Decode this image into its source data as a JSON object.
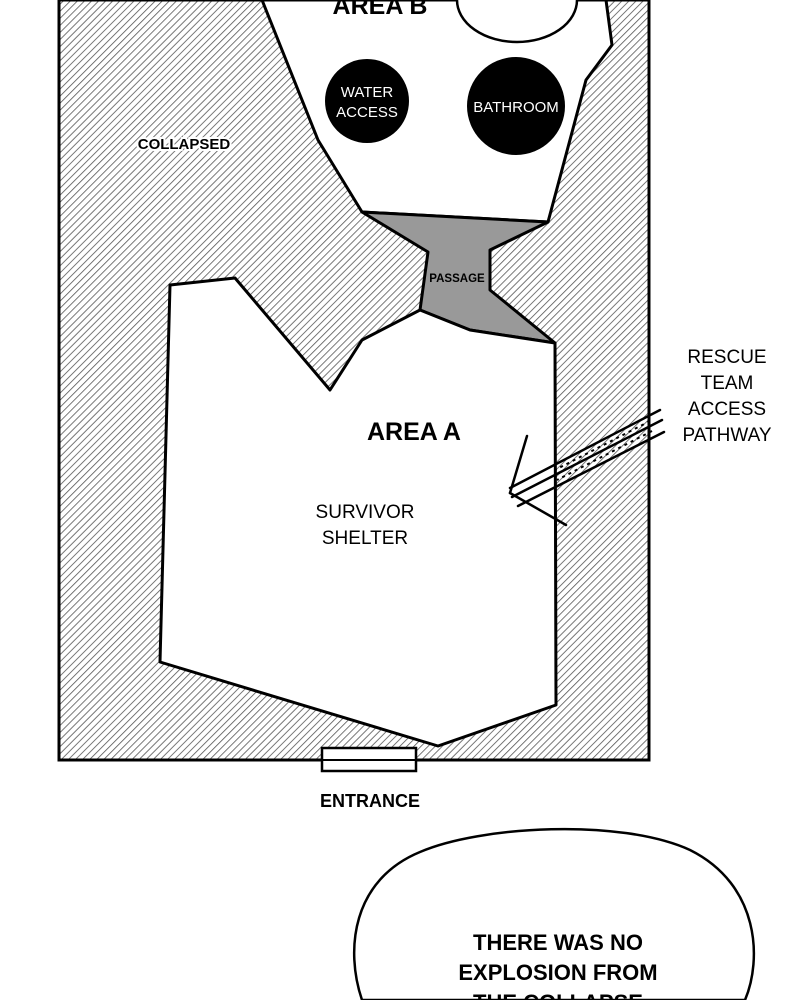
{
  "map": {
    "area_b": {
      "title": "AREA B"
    },
    "water_access": {
      "line1": "WATER",
      "line2": "ACCESS"
    },
    "bathroom": {
      "label": "BATHROOM"
    },
    "collapsed": {
      "label": "COLLAPSED"
    },
    "passage": {
      "label": "PASSAGE"
    },
    "area_a": {
      "title": "AREA A",
      "line1": "SURVIVOR",
      "line2": "SHELTER"
    },
    "rescue": {
      "line1": "RESCUE",
      "line2": "TEAM",
      "line3": "ACCESS",
      "line4": "PATHWAY"
    },
    "entrance": {
      "label": "ENTRANCE"
    }
  },
  "speech_bubble": {
    "line1": "THERE WAS NO",
    "line2": "EXPLOSION FROM",
    "line3": "THE COLLAPSE"
  },
  "colors": {
    "ink": "#000000",
    "paper": "#ffffff",
    "passage_fill": "#999999",
    "hatch": "#555555"
  }
}
